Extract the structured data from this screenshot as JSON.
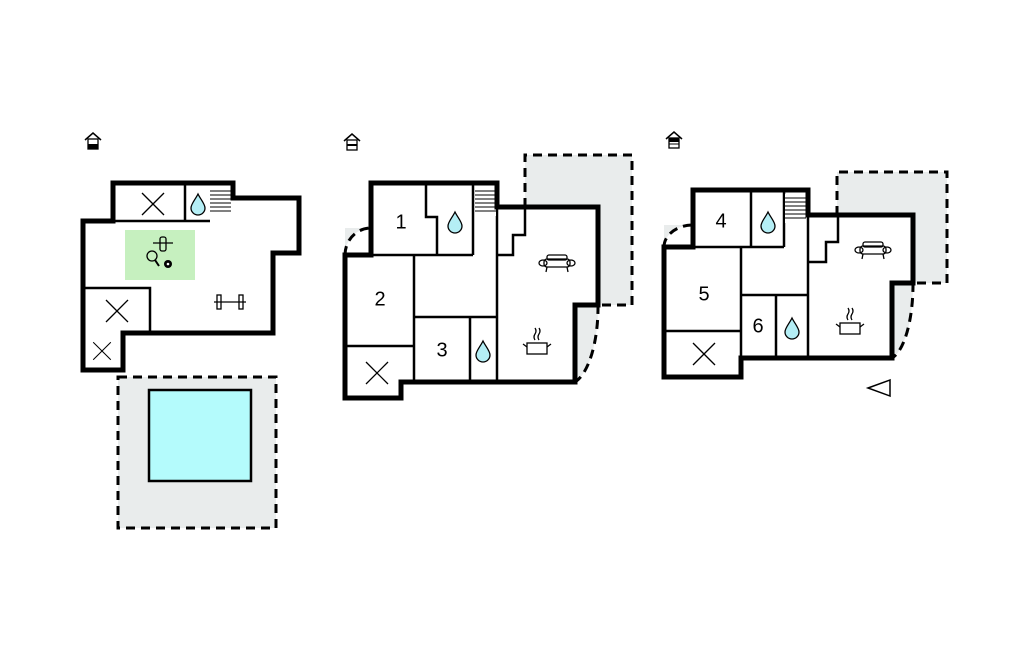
{
  "colors": {
    "wall": "#000000",
    "outdoor": "#e9ecec",
    "pool": "#b4fbfc",
    "activity": "#c6f0bf",
    "water_drop": "#b4eef5"
  },
  "floors": [
    {
      "name": "basement",
      "level_icon": "house-level-bottom-icon",
      "rooms": [],
      "icons": [
        "storage-x-icon",
        "water-drop-icon",
        "stairs-icon",
        "table-tennis-icon",
        "foosball-icon",
        "billiards-icon",
        "dumbbell-icon",
        "pool-icon"
      ]
    },
    {
      "name": "ground-floor",
      "level_icon": "house-level-middle-icon",
      "rooms": [
        {
          "label": "1"
        },
        {
          "label": "2"
        },
        {
          "label": "3"
        }
      ],
      "icons": [
        "water-drop-icon",
        "stairs-icon",
        "sofa-icon",
        "cooking-pot-icon",
        "storage-x-icon"
      ]
    },
    {
      "name": "upper-floor",
      "level_icon": "house-level-top-icon",
      "rooms": [
        {
          "label": "4"
        },
        {
          "label": "5"
        },
        {
          "label": "6"
        }
      ],
      "icons": [
        "water-drop-icon",
        "stairs-icon",
        "sofa-icon",
        "cooking-pot-icon",
        "storage-x-icon",
        "north-arrow-icon"
      ]
    }
  ]
}
